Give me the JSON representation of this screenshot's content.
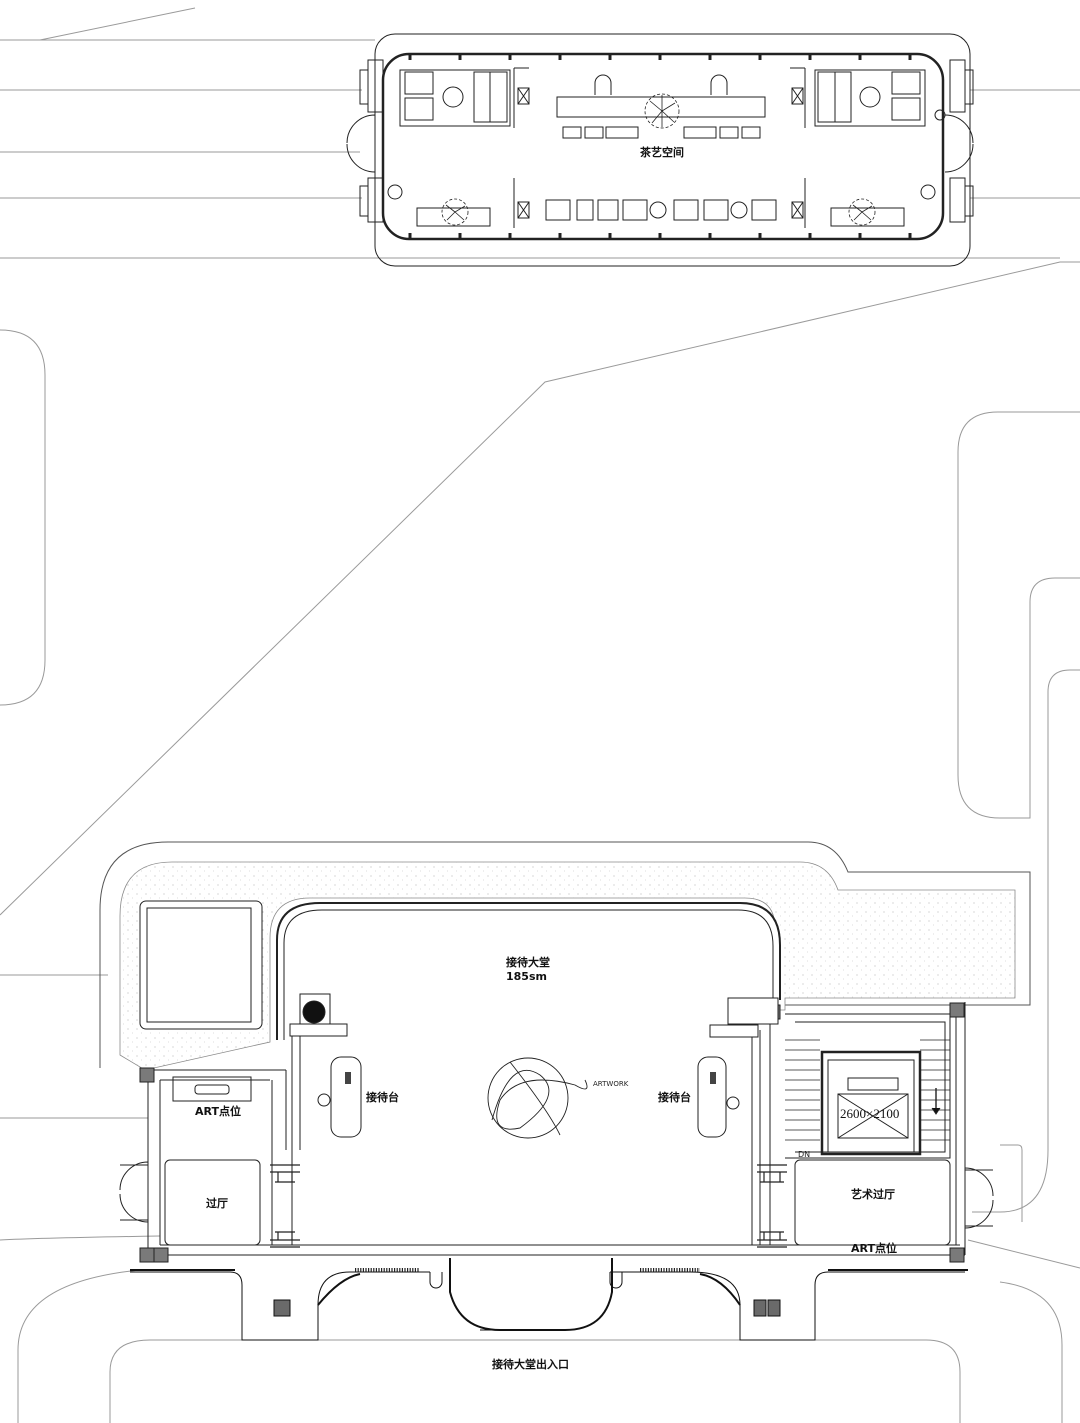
{
  "rooms": {
    "tea_space": "茶艺空间",
    "lobby_name": "接待大堂",
    "lobby_area": "185sm",
    "reception_left": "接待台",
    "reception_right": "接待台",
    "artwork": "ARTWORK",
    "art_point_left": "ART点位",
    "art_point_right": "ART点位",
    "vestibule": "过厅",
    "art_vestibule": "艺术过厅",
    "lobby_entrance": "接待大堂出入口",
    "elevator_size": "2600×2100",
    "stair_dn": "DN"
  }
}
